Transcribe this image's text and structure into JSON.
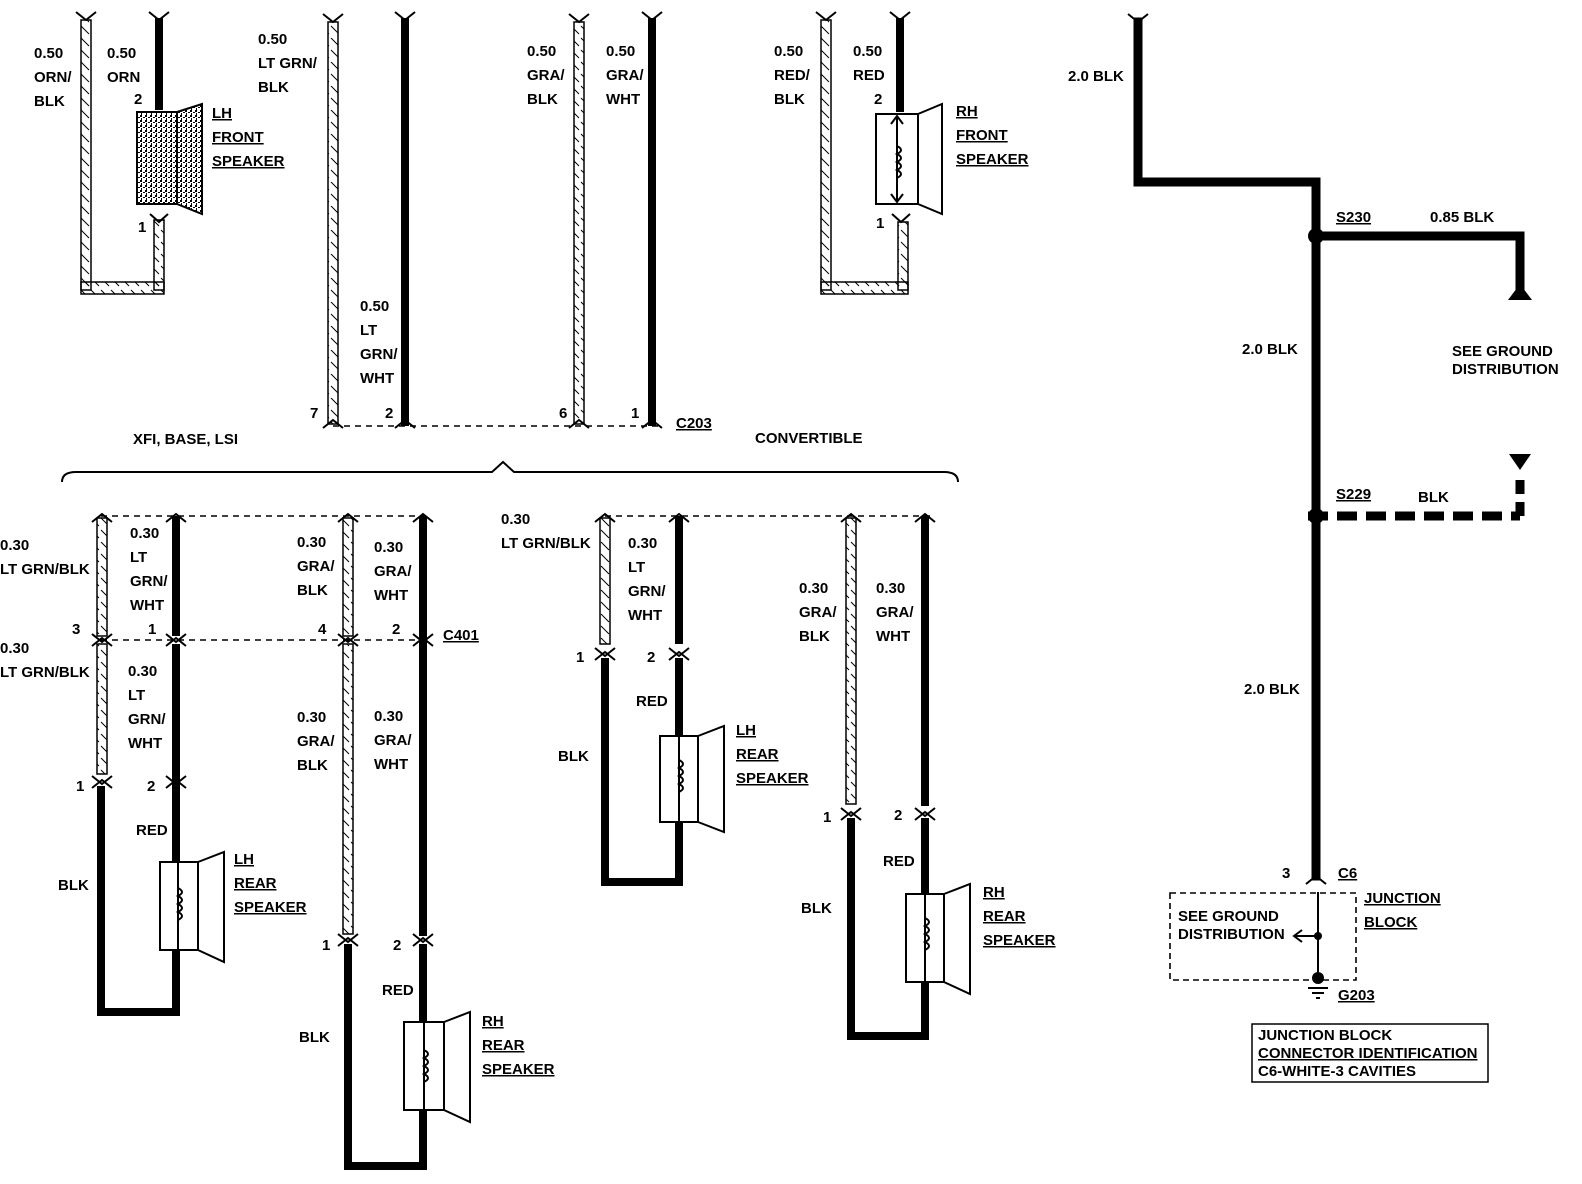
{
  "colors": {
    "ink": "#000000",
    "background": "#ffffff"
  },
  "top": {
    "lh_front": {
      "wire1": [
        "0.50",
        "ORN/",
        "BLK"
      ],
      "wire2": [
        "0.50",
        "ORN"
      ],
      "pin2": "2",
      "pin1": "1",
      "title": [
        "LH",
        "FRONT",
        "SPEAKER"
      ]
    },
    "ltgrn": {
      "upper": [
        "0.50",
        "LT GRN/",
        "BLK"
      ],
      "lower": [
        "0.50",
        "LT",
        "GRN/",
        "WHT"
      ]
    },
    "gra": {
      "blk": [
        "0.50",
        "GRA/",
        "BLK"
      ],
      "wht": [
        "0.50",
        "GRA/",
        "WHT"
      ]
    },
    "rh_front": {
      "wire1": [
        "0.50",
        "RED/",
        "BLK"
      ],
      "wire2": [
        "0.50",
        "RED"
      ],
      "pin2": "2",
      "pin1": "1",
      "title": [
        "RH",
        "FRONT",
        "SPEAKER"
      ]
    },
    "c203": {
      "pins": [
        "7",
        "2",
        "6",
        "1"
      ],
      "name": "C203"
    },
    "variants": {
      "left": "XFI, BASE, LSI",
      "right": "CONVERTIBLE"
    }
  },
  "lower_left": {
    "upper_wires": [
      [
        "0.30",
        "LT GRN/BLK"
      ],
      [
        "0.30",
        "LT",
        "GRN/",
        "WHT"
      ],
      [
        "0.30",
        "GRA/",
        "BLK"
      ],
      [
        "0.30",
        "GRA/",
        "WHT"
      ]
    ],
    "lower_wires": [
      [
        "0.30",
        "LT GRN/BLK"
      ],
      [
        "0.30",
        "LT",
        "GRN/",
        "WHT"
      ],
      [
        "0.30",
        "GRA/",
        "BLK"
      ],
      [
        "0.30",
        "GRA/",
        "WHT"
      ]
    ],
    "c401": {
      "pins": [
        "3",
        "1",
        "4",
        "2"
      ],
      "name": "C401"
    },
    "lh_rear": {
      "pin1": "1",
      "pin2": "2",
      "red": "RED",
      "blk": "BLK",
      "title": [
        "LH",
        "REAR",
        "SPEAKER"
      ]
    },
    "rh_rear": {
      "pin1": "1",
      "pin2": "2",
      "red": "RED",
      "blk": "BLK",
      "title": [
        "RH",
        "REAR",
        "SPEAKER"
      ]
    }
  },
  "lower_mid": {
    "w1": [
      "0.30",
      "LT GRN/BLK"
    ],
    "w2": [
      "0.30",
      "LT",
      "GRN/",
      "WHT"
    ],
    "w3": [
      "0.30",
      "GRA/",
      "BLK"
    ],
    "w4": [
      "0.30",
      "GRA/",
      "WHT"
    ],
    "lh_rear": {
      "pin1": "1",
      "pin2": "2",
      "red": "RED",
      "blk": "BLK",
      "title": [
        "LH",
        "REAR",
        "SPEAKER"
      ]
    },
    "rh_rear": {
      "pin1": "1",
      "pin2": "2",
      "red": "RED",
      "blk": "BLK",
      "title": [
        "RH",
        "REAR",
        "SPEAKER"
      ]
    }
  },
  "ground": {
    "top_wire": "2.0 BLK",
    "s230": "S230",
    "branch_wire": "0.85 BLK",
    "see_ground": [
      "SEE GROUND",
      "DISTRIBUTION"
    ],
    "mid_wire": "2.0 BLK",
    "s229": "S229",
    "s229_wire": "BLK",
    "low_wire": "2.0 BLK",
    "pin3": "3",
    "c6": "C6",
    "junction_block": [
      "JUNCTION",
      "BLOCK"
    ],
    "jb_see_ground": [
      "SEE GROUND",
      "DISTRIBUTION"
    ],
    "g203": "G203",
    "connector_id": [
      "JUNCTION BLOCK",
      "CONNECTOR IDENTIFICATION",
      "C6-WHITE-3 CAVITIES"
    ]
  }
}
